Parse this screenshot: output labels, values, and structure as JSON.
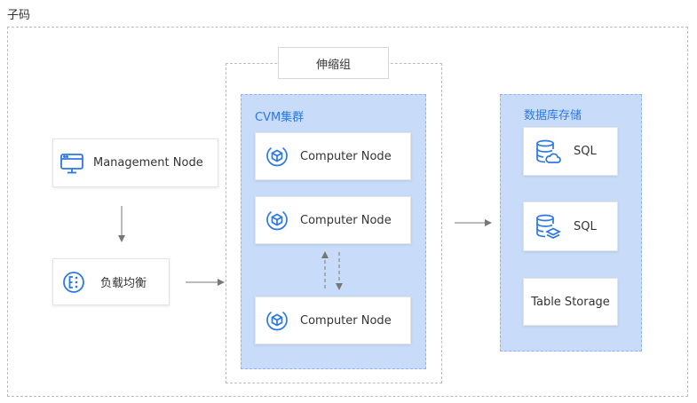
{
  "labels": {
    "outer_title": "子码",
    "scaling_group": "伸缩组",
    "cluster_title": "CVM集群",
    "storage_title": "数据库存储"
  },
  "nodes": {
    "management": "Management Node",
    "load_balancer": "负载均衡",
    "compute_1": "Computer Node",
    "compute_2": "Computer Node",
    "compute_3": "Computer Node",
    "sql_1": "SQL",
    "sql_2": "SQL",
    "table_storage": "Table Storage"
  },
  "colors": {
    "accent": "#2b78e4",
    "group_fill": "#c8dcf9",
    "connector": "#777777"
  },
  "icons": {
    "management": "monitor-icon",
    "load_balancer": "load-balancer-icon",
    "compute": "cube-node-icon",
    "sql_1": "database-cloud-icon",
    "sql_2": "database-layers-icon"
  }
}
